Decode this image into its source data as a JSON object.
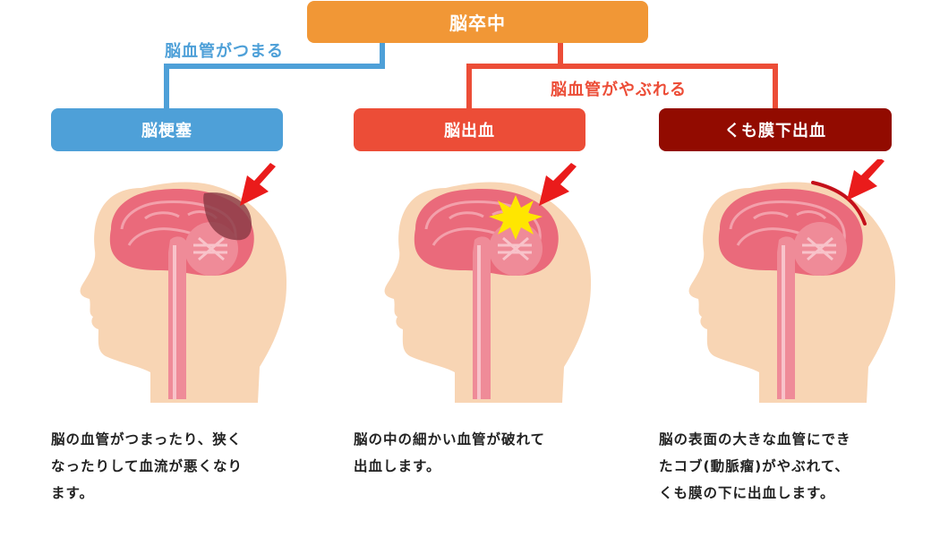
{
  "root": {
    "label": "脳卒中",
    "color": "#f19736"
  },
  "branches": {
    "blocked": {
      "label": "脳血管がつまる",
      "color": "#4ea0d8"
    },
    "ruptured": {
      "label": "脳血管がやぶれる",
      "color": "#ec4d37"
    }
  },
  "types": [
    {
      "label": "脳梗塞",
      "color": "#4ea0d8",
      "description": "脳の血管がつまったり、狭く\nなったりして血流が悪くなり\nます。",
      "illustration": "brain-blockage-illustration"
    },
    {
      "label": "脳出血",
      "color": "#ec4d37",
      "description": "脳の中の細かい血管が破れて\n出血します。",
      "illustration": "brain-bleeding-illustration"
    },
    {
      "label": "くも膜下出血",
      "color": "#920b00",
      "description": "脳の表面の大きな血管にでき\nたコブ(動脈瘤)がやぶれて、\nくも膜の下に出血します。",
      "illustration": "subarachnoid-bleeding-illustration"
    }
  ],
  "illustration_colors": {
    "skin": "#f8d5b4",
    "brain": "#ea6a7b",
    "brain_light": "#f3a0ab",
    "cerebellum": "#ef8b98",
    "arrow": "#ea1b1b",
    "burst": "#ffe600",
    "blockage": "#8a3a45",
    "bleed_line": "#c4101a"
  }
}
